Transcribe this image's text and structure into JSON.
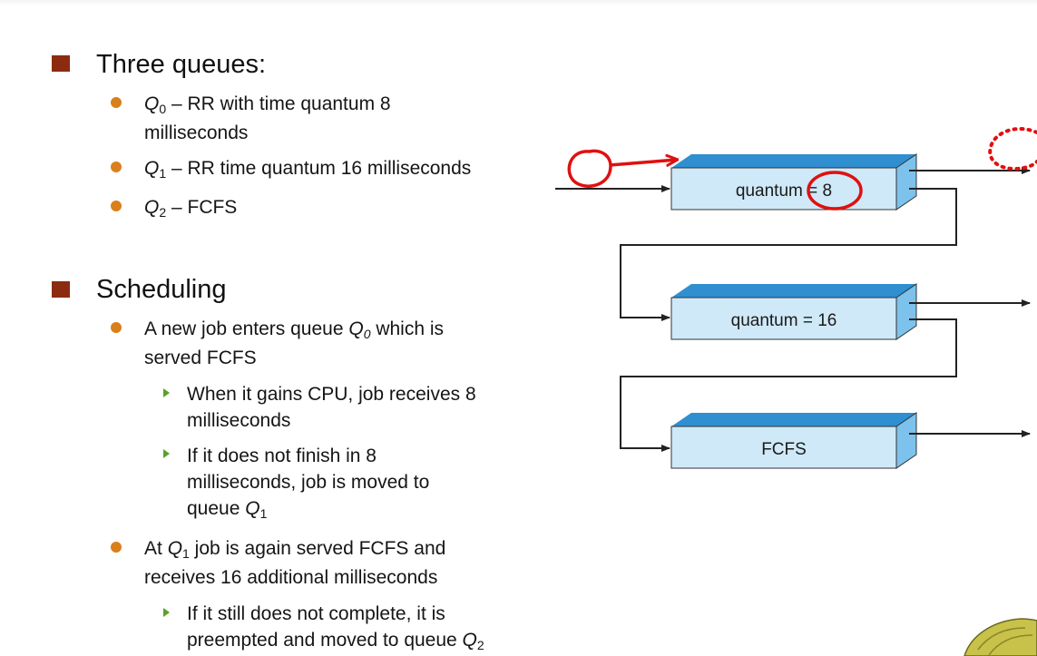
{
  "sections": [
    {
      "heading": "Three queues:",
      "items": [
        {
          "q": "Q",
          "sub": "0",
          "text": " – RR with time quantum 8",
          "text2": "milliseconds"
        },
        {
          "q": "Q",
          "sub": "1",
          "text": " – RR time quantum 16 milliseconds"
        },
        {
          "q": "Q",
          "sub": "2",
          "text": " – FCFS"
        }
      ]
    },
    {
      "heading": "Scheduling",
      "items": [
        {
          "pre": "A new job enters queue ",
          "q": "Q",
          "sub": "0",
          "post": " which is",
          "line2": "served FCFS",
          "subitems": [
            {
              "line1": "When it gains CPU, job receives 8",
              "line2": "milliseconds"
            },
            {
              "line1": "If it does not finish in 8",
              "line2": "milliseconds, job is moved to",
              "line3pre": "queue ",
              "q": "Q",
              "sub": "1"
            }
          ]
        },
        {
          "pre": "At ",
          "q": "Q",
          "sub": "1",
          "post": " job is again served FCFS and",
          "line2": "receives 16 additional milliseconds",
          "subitems": [
            {
              "line1": "If it still does not complete, it is",
              "line2pre": "preempted and moved to queue ",
              "q": "Q",
              "sub": "2"
            }
          ]
        }
      ]
    }
  ],
  "diagram": {
    "queues": [
      {
        "label": "quantum = 8"
      },
      {
        "label": "quantum = 16"
      },
      {
        "label": "FCFS"
      }
    ],
    "colors": {
      "box_front": "#cfe9f8",
      "box_top": "#2f8fd0",
      "box_side": "#7cc2ec",
      "arrow": "#222222",
      "annotation": "#e01010"
    }
  }
}
